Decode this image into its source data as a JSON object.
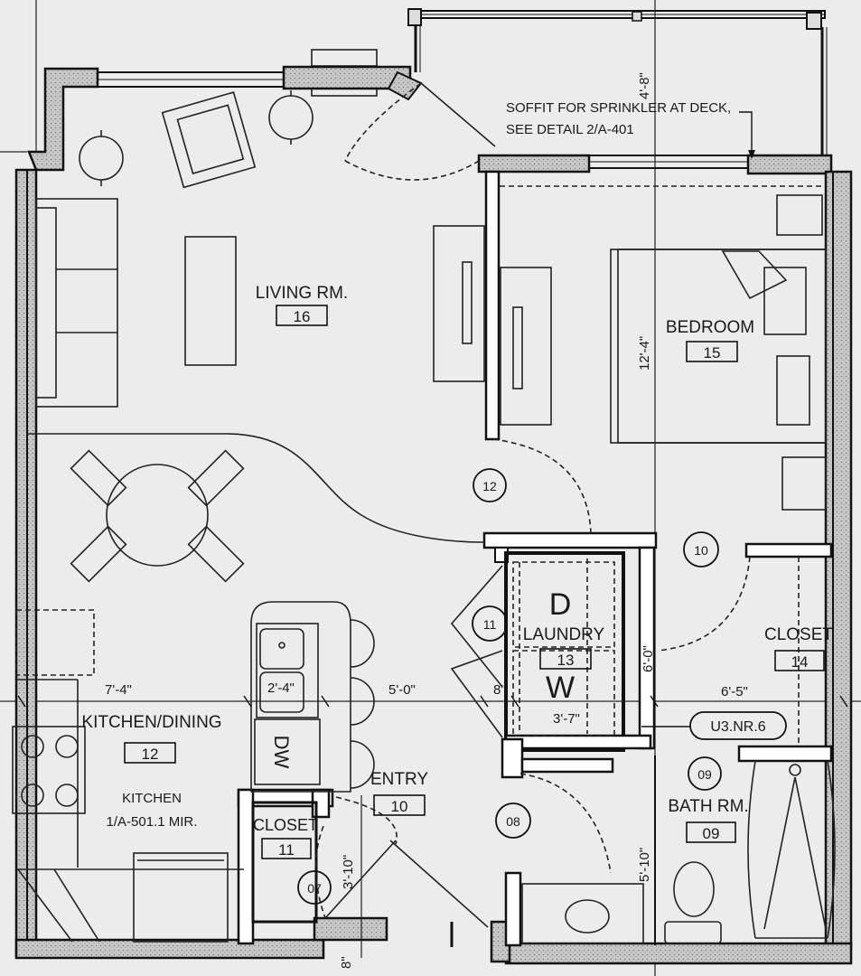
{
  "rooms": {
    "living": {
      "name": "LIVING RM.",
      "number": "16"
    },
    "bedroom": {
      "name": "BEDROOM",
      "number": "15"
    },
    "kitchen": {
      "name": "KITCHEN/DINING",
      "number": "12"
    },
    "laundry": {
      "name": "LAUNDRY",
      "number": "13"
    },
    "closet_bed": {
      "name": "CLOSET",
      "number": "14"
    },
    "entry": {
      "name": "ENTRY",
      "number": "10"
    },
    "closet_entry": {
      "name": "CLOSET",
      "number": "11"
    },
    "bath": {
      "name": "BATH RM.",
      "number": "09"
    }
  },
  "notes": {
    "soffit_line1": "SOFFIT FOR SPRINKLER AT DECK,",
    "soffit_line2": "SEE DETAIL 2/A-401",
    "kitchen_line1": "KITCHEN",
    "kitchen_line2": "1/A-501.1 MIR.",
    "unit_tag": "U3.NR.6",
    "dryer": "D",
    "washer": "W",
    "dishwasher": "DW"
  },
  "door_tags": [
    "12",
    "10",
    "11",
    "09",
    "08",
    "07"
  ],
  "dimensions": {
    "deck": "4'-8\"",
    "bedroom_depth": "12'-4\"",
    "kitchen_width": "7'-4\"",
    "sink_width": "2'-4\"",
    "entry_width": "5'-0\"",
    "laundry_gap": "8\"",
    "laundry_width": "3'-7\"",
    "bedroom_right": "6'-5\"",
    "closet_depth": "6'-0\"",
    "bath_depth": "5'-10\"",
    "closet_entry_depth": "3'-10\"",
    "bottom_offset": "8\""
  }
}
